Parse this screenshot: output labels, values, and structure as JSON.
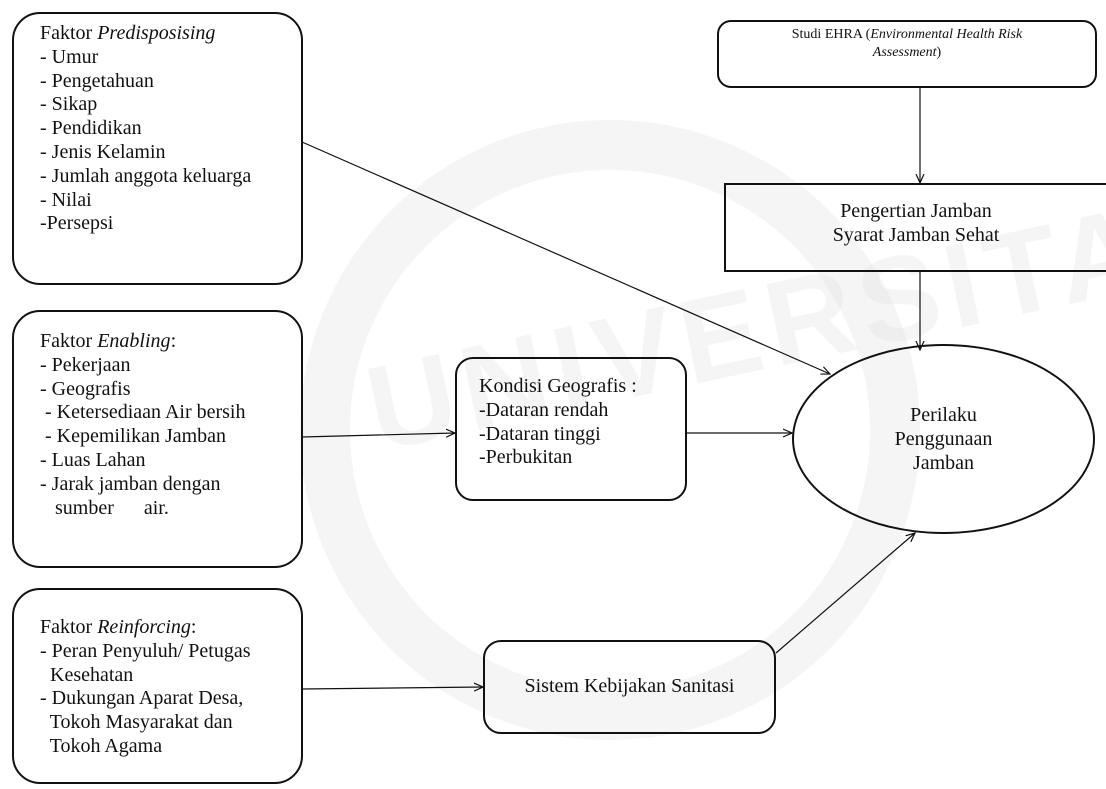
{
  "nodes": {
    "predisposing": {
      "title_prefix": "Faktor ",
      "title_emphasis": "Predisposising",
      "items": [
        "- Umur",
        "- Pengetahuan",
        "- Sikap",
        "- Pendidikan",
        "- Jenis Kelamin",
        "- Jumlah anggota keluarga",
        "- Nilai",
        "-Persepsi"
      ]
    },
    "enabling": {
      "title_prefix": "Faktor ",
      "title_emphasis": "Enabling",
      "title_suffix": ":",
      "items": [
        "- Pekerjaan",
        "- Geografis",
        " - Ketersediaan Air bersih",
        " - Kepemilikan Jamban",
        "- Luas Lahan",
        "- Jarak jamban dengan",
        "   sumber      air."
      ]
    },
    "reinforcing": {
      "title_prefix": "Faktor ",
      "title_emphasis": "Reinforcing",
      "title_suffix": ":",
      "items": [
        "- Peran Penyuluh/ Petugas",
        "  Kesehatan",
        "- Dukungan Aparat Desa,",
        "  Tokoh Masyarakat dan",
        "  Tokoh Agama"
      ]
    },
    "ehra": {
      "prefix": "Studi EHRA (",
      "emphasis_1": "Environmental Health Risk",
      "emphasis_2": "Assessment",
      "suffix": ")"
    },
    "pengertian": {
      "line1": "Pengertian Jamban",
      "line2": "Syarat Jamban Sehat"
    },
    "kondisi": {
      "title": "Kondisi Geografis :",
      "items": [
        "-Dataran rendah",
        "-Dataran tinggi",
        "-Perbukitan"
      ]
    },
    "kebijakan": {
      "label": "Sistem Kebijakan Sanitasi"
    },
    "perilaku": {
      "line1": "Perilaku",
      "line2": "Penggunaan",
      "line3": "Jamban"
    }
  },
  "watermark": {
    "text": "UNIVERSITAS"
  },
  "colors": {
    "stroke": "#111111",
    "watermark": "#dcdcdc"
  }
}
